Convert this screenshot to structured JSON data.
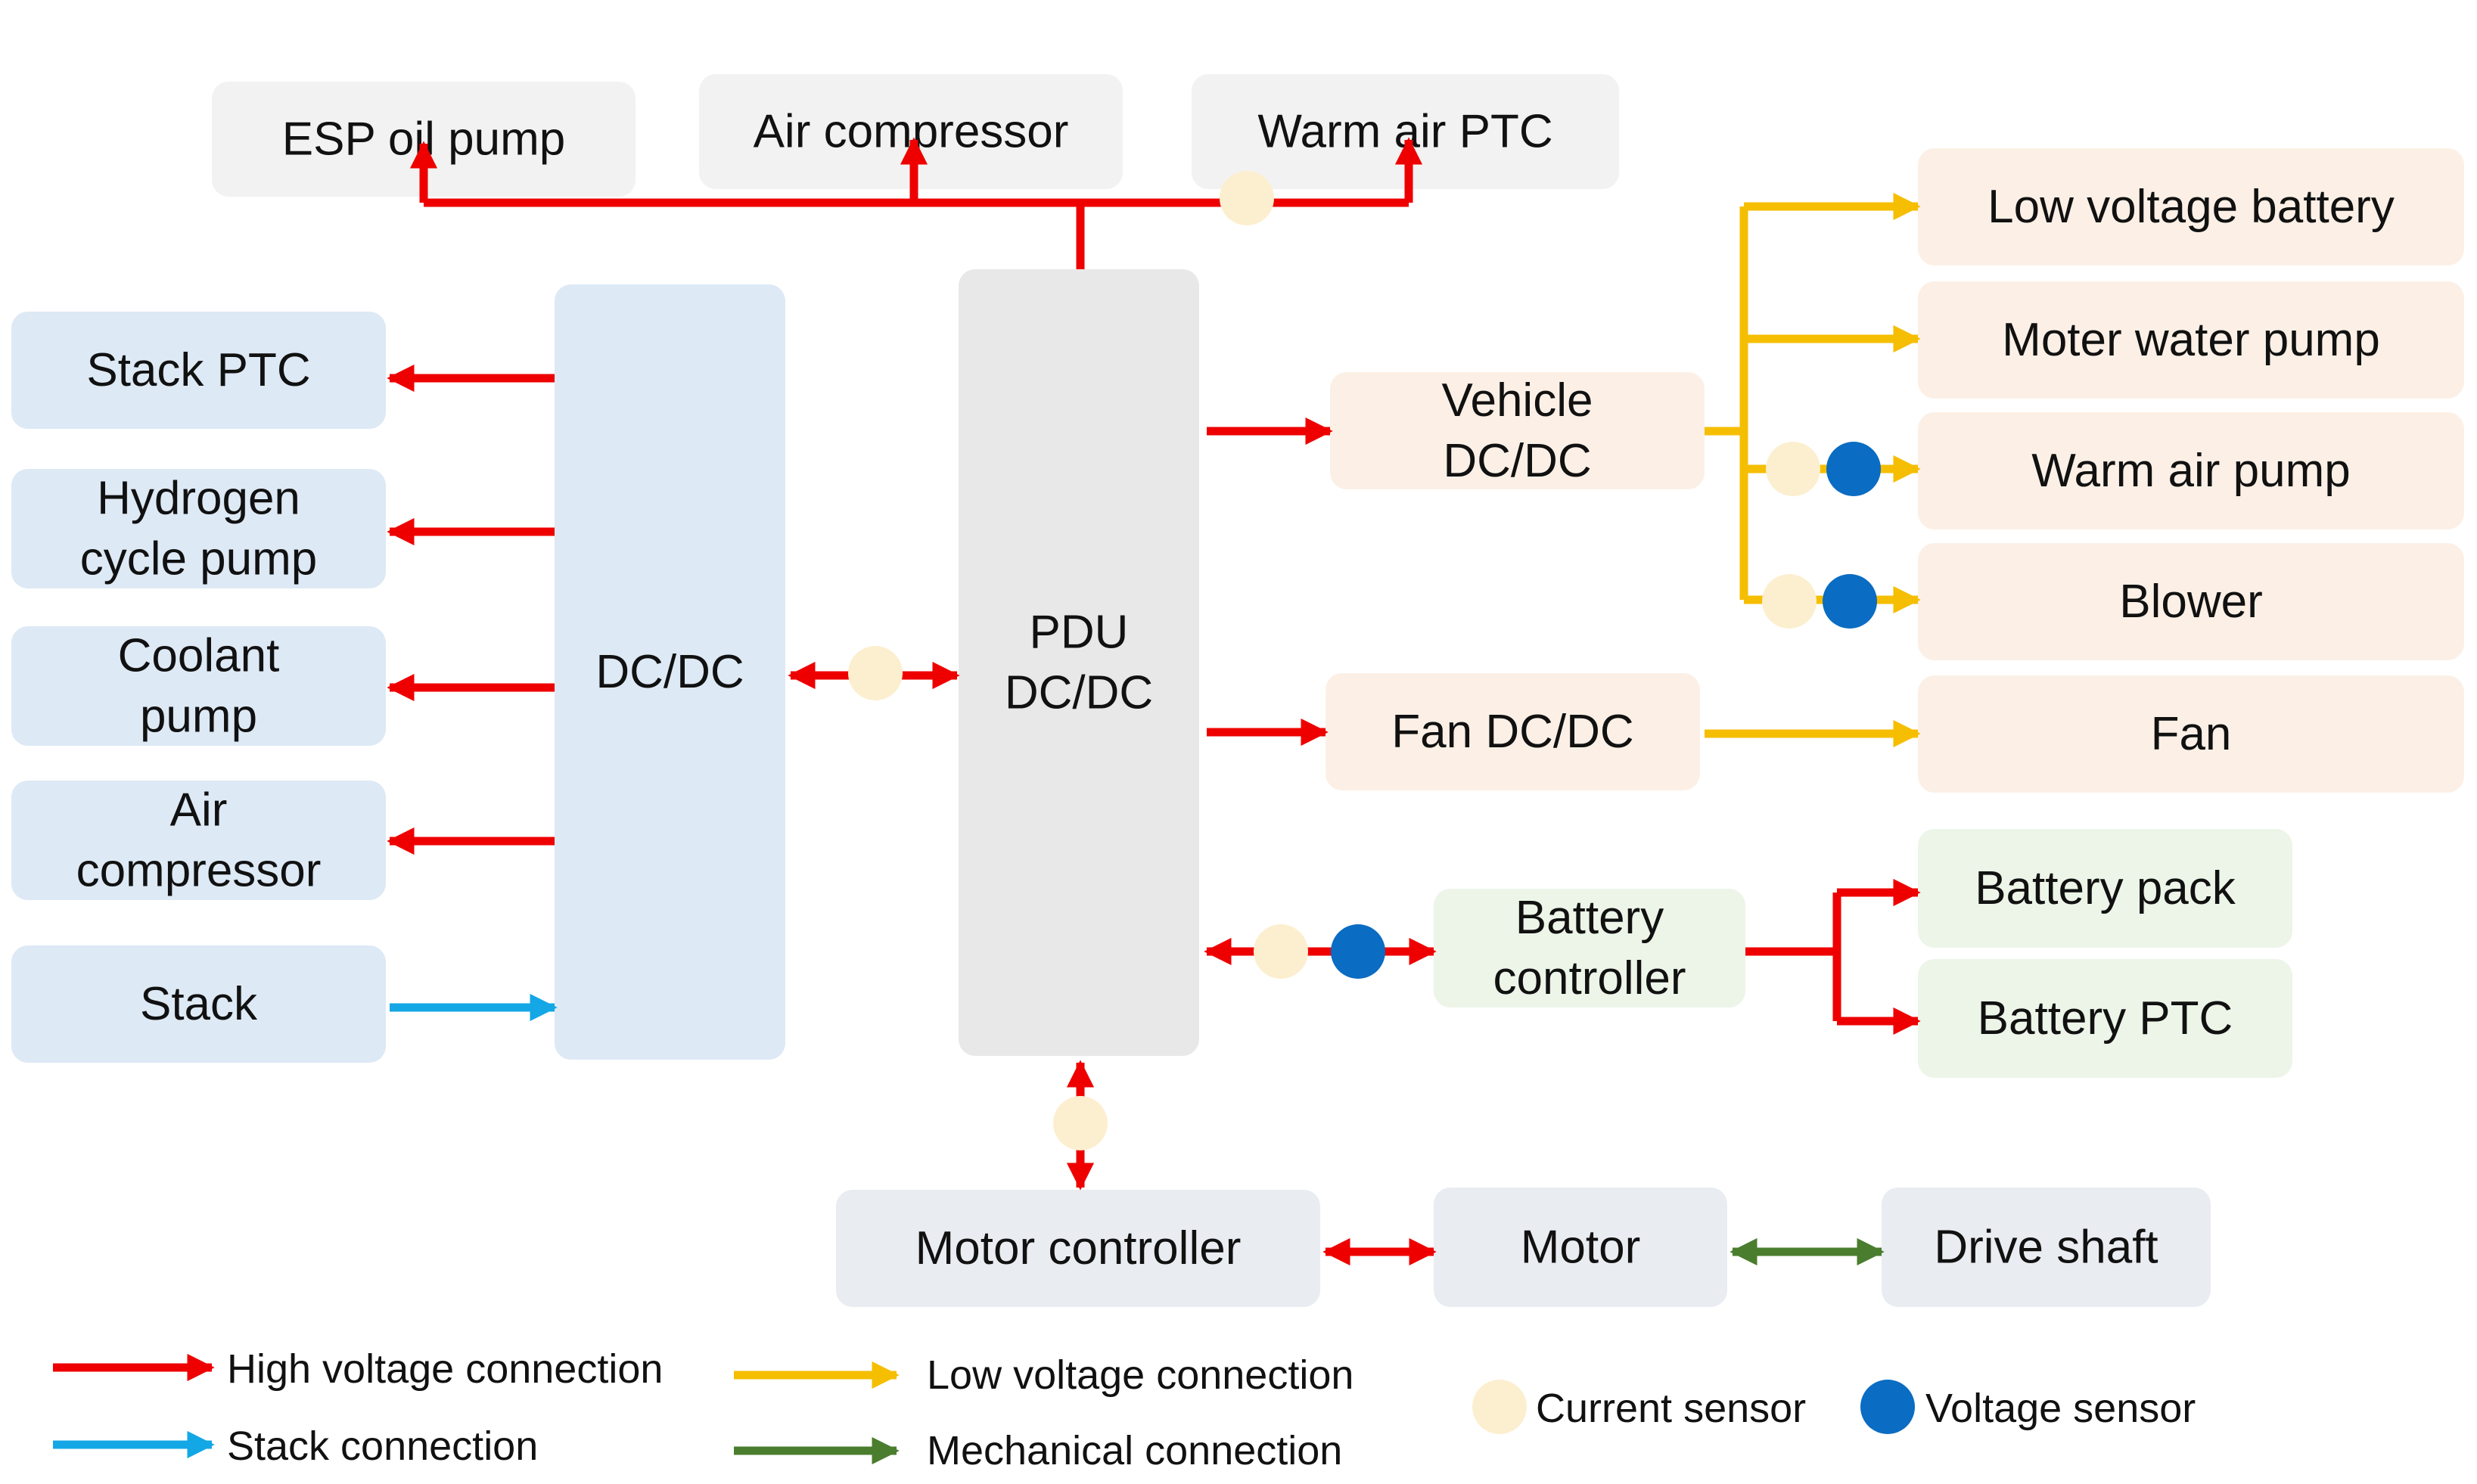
{
  "colors": {
    "high_voltage": "#ee0000",
    "low_voltage": "#f5be00",
    "stack": "#14a7e6",
    "mechanical": "#4a7d2e",
    "current_sensor": "#fcefcf",
    "voltage_sensor": "#0a6cc2",
    "box_grey": "#f2f2f2",
    "box_blue": "#dde9f5",
    "box_center": "#e8e8e8",
    "box_peach": "#fcf0e6",
    "box_green": "#ecf5e8",
    "box_motor": "#e9ecf1"
  },
  "components": {
    "esp_oil_pump": [
      "ESP oil pump"
    ],
    "air_compressor_top": [
      "Air compressor"
    ],
    "warm_air_ptc": [
      "Warm air PTC"
    ],
    "stack_ptc": [
      "Stack PTC"
    ],
    "hydrogen_cycle_pump": [
      "Hydrogen",
      "cycle pump"
    ],
    "coolant_pump": [
      "Coolant",
      "pump"
    ],
    "air_compressor_left": [
      "Air",
      "compressor"
    ],
    "stack": [
      "Stack"
    ],
    "dcdc": [
      "DC/DC"
    ],
    "pdu_dcdc": [
      "PDU",
      "DC/DC"
    ],
    "vehicle_dcdc": [
      "Vehicle",
      "DC/DC"
    ],
    "fan_dcdc": [
      "Fan DC/DC"
    ],
    "battery_controller": [
      "Battery",
      "controller"
    ],
    "low_voltage_battery": [
      "Low voltage battery"
    ],
    "moter_water_pump": [
      "Moter water pump"
    ],
    "warm_air_pump": [
      "Warm air pump"
    ],
    "blower": [
      "Blower"
    ],
    "fan": [
      "Fan"
    ],
    "battery_pack": [
      "Battery pack"
    ],
    "battery_ptc": [
      "Battery PTC"
    ],
    "motor_controller": [
      "Motor controller"
    ],
    "motor": [
      "Motor"
    ],
    "drive_shaft": [
      "Drive shaft"
    ]
  },
  "legend": {
    "high_voltage": "High voltage connection",
    "stack": "Stack connection",
    "low_voltage": "Low voltage connection",
    "mechanical": "Mechanical connection",
    "current_sensor": "Current sensor",
    "voltage_sensor": "Voltage sensor"
  }
}
